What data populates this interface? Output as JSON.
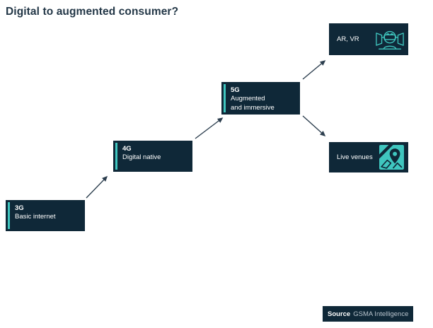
{
  "title": "Digital to augmented consumer?",
  "colors": {
    "box_navy": "#0f2838",
    "teal_accent": "#3fc6bf",
    "title_text": "#233747",
    "arrow": "#2c3e4e",
    "box_text": "#ffffff",
    "source_secondary_text": "#b9c4cd",
    "background": "#ffffff"
  },
  "stages": [
    {
      "label": "3G",
      "description": "Basic internet"
    },
    {
      "label": "4G",
      "description": "Digital native"
    },
    {
      "label": "5G",
      "description": "Augmented\nand immersive"
    }
  ],
  "outcomes": [
    {
      "label": "AR, VR",
      "icon": "vr-headset-icon"
    },
    {
      "label": "Live venues",
      "icon": "map-pin-icon"
    }
  ],
  "source": {
    "label": "Source",
    "text": "GSMA Intelligence"
  }
}
